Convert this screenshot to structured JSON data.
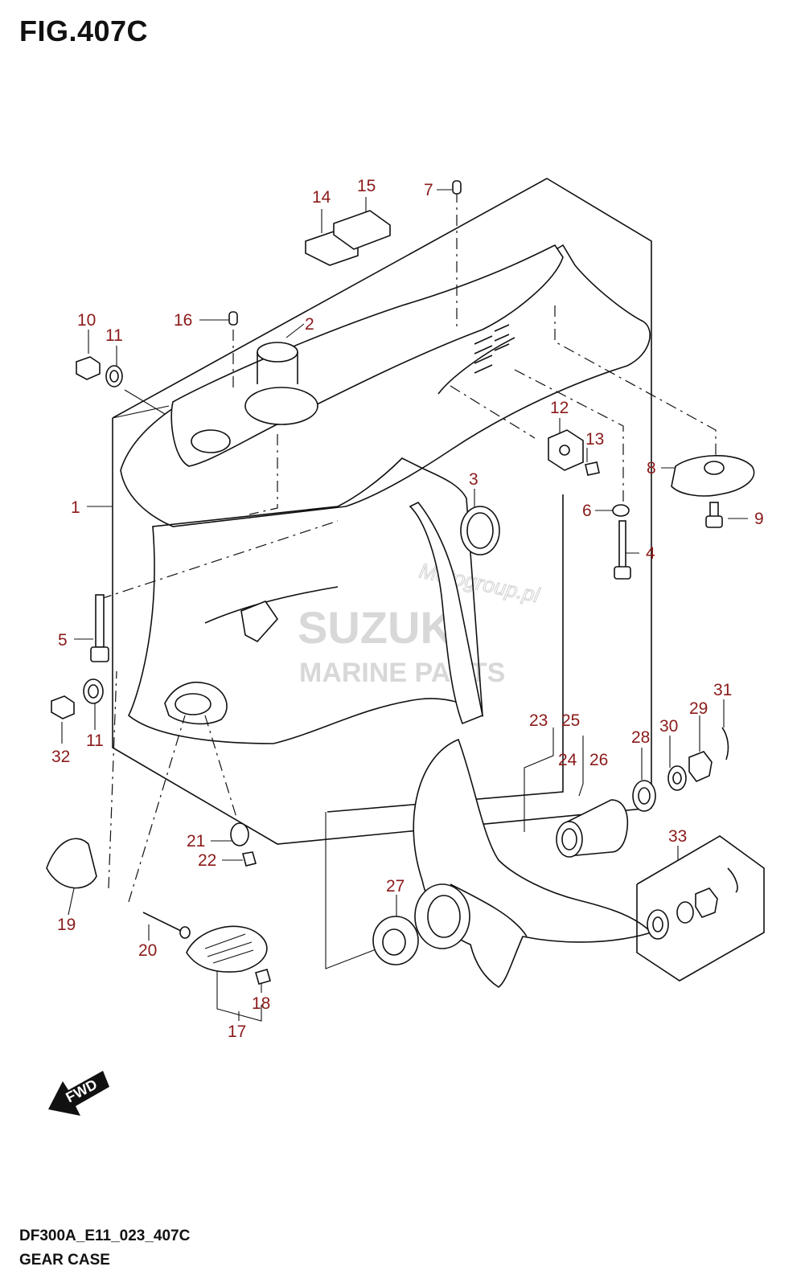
{
  "figure": {
    "title": "FIG.407C",
    "code": "DF300A_E11_023_407C",
    "name": "GEAR CASE"
  },
  "watermark": {
    "site": "Motogroup.pl",
    "brand": "SUZUKI",
    "sub": "MARINE PARTS"
  },
  "direction_badge": "FWD",
  "callouts": [
    "1",
    "2",
    "3",
    "4",
    "5",
    "6",
    "7",
    "8",
    "9",
    "10",
    "11",
    "11",
    "12",
    "13",
    "14",
    "15",
    "16",
    "17",
    "18",
    "19",
    "20",
    "21",
    "22",
    "23",
    "25",
    "24",
    "26",
    "27",
    "28",
    "29",
    "30",
    "31",
    "32",
    "33"
  ],
  "colors": {
    "callout": "#8b1a1a",
    "line": "#111111"
  }
}
